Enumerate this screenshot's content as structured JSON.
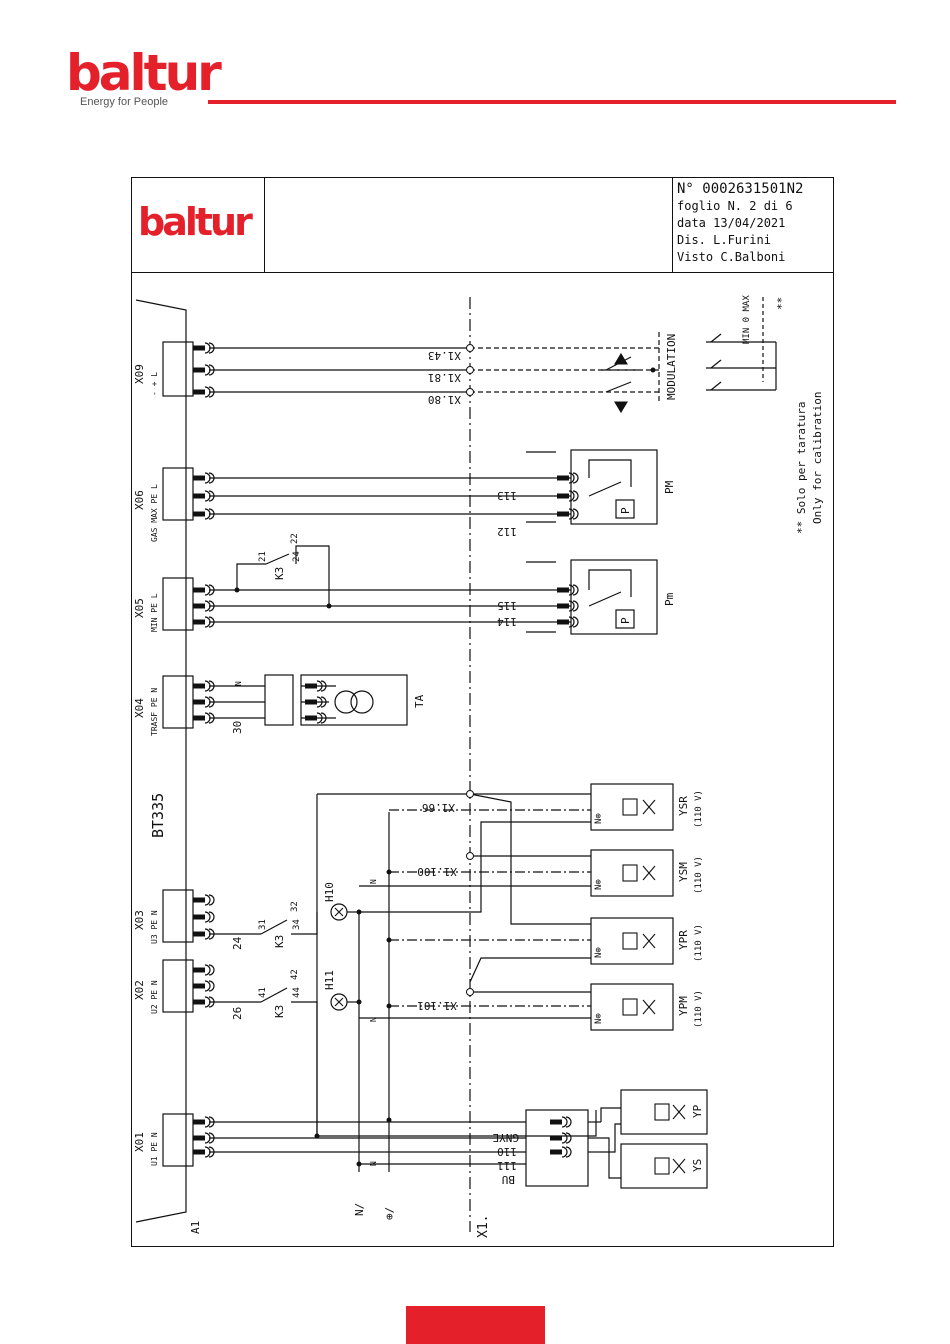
{
  "header": {
    "brand": "baltur",
    "tagline": "Energy for People",
    "brand_color": "#e4202b"
  },
  "title_block": {
    "brand": "baltur",
    "doc_number": "N° 0002631501N2",
    "sheet": "foglio N. 2 di 6",
    "date": "data 13/04/2021",
    "drawn_by": "Dis. L.Furini",
    "checked_by": "Visto C.Balboni"
  },
  "labels": {
    "x09": "X09",
    "x09_pins": "- + L",
    "x06": "X06",
    "x06_pins": "GAS MAX PE L",
    "x05": "X05",
    "x05_pins": "MIN PE L",
    "x04": "X04",
    "x04_pins": "TRASF PE N",
    "x03": "X03",
    "x03_pins": "U3 PE N",
    "x02": "X02",
    "x02_pins": "U2 PE N",
    "x01": "X01",
    "x01_pins": "U1 PE N",
    "bt335": "BT335",
    "a1": "A1",
    "x1": "X1.",
    "n": "N",
    "n_slash": "N/",
    "pe_slash": "⊕/",
    "x1_43": "X1.43",
    "x1_81": "X1.81",
    "x1_80": "X1.80",
    "x1_66": "X1.66",
    "x1_100": "X1.100",
    "x1_101": "X1.101",
    "w113": "113",
    "w112": "112",
    "w115": "115",
    "w114": "114",
    "w110": "110",
    "w111": "111",
    "gnye": "GNYE",
    "bu": "BU",
    "w30": "30",
    "w24": "24",
    "w26": "26",
    "k3": "K3",
    "c21": "21",
    "c22": "22",
    "c24": "24",
    "c31": "31",
    "c32": "32",
    "c34": "34",
    "c41": "41",
    "c42": "42",
    "c44": "44",
    "h10": "H10",
    "h11": "H11",
    "modulation": "MODULATION",
    "min_max": "MIN 0 MAX",
    "stars": "**",
    "note_it": "** Solo per taratura",
    "note_en": "Only for calibration",
    "pm_max": "PM",
    "pm_min": "Pm",
    "p": "P",
    "ta": "TA",
    "ysr": "YSR",
    "ysm": "YSM",
    "ypr": "YPR",
    "ypm": "YPM",
    "yp": "YP",
    "ys": "YS",
    "v110": "(110 V)",
    "n_pe": "N⊕"
  }
}
